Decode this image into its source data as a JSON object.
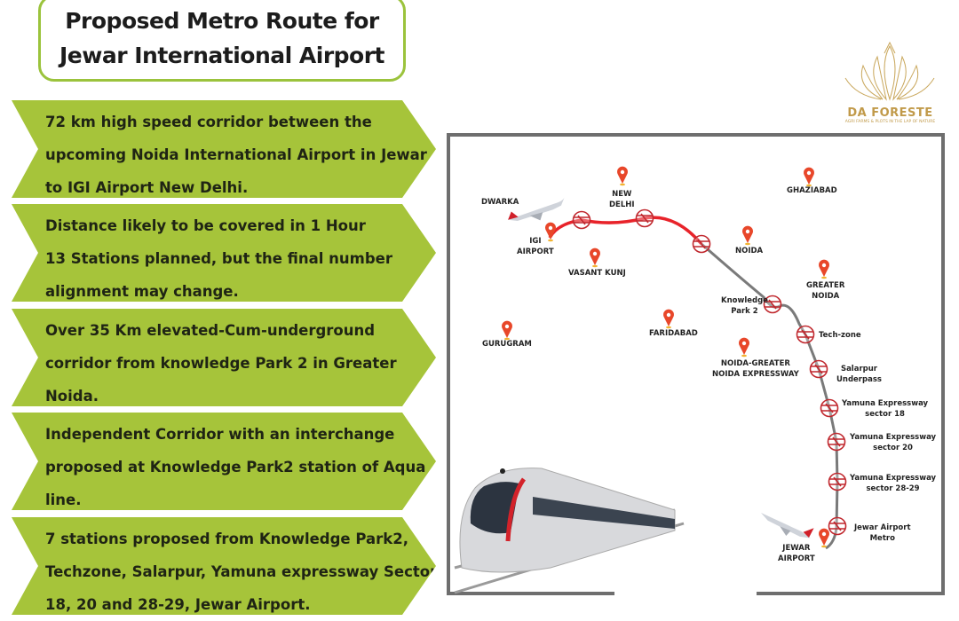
{
  "title": {
    "line1": "Proposed Metro Route for",
    "line2": "Jewar International Airport"
  },
  "points": [
    {
      "lines": [
        "72 km high speed corridor between the",
        "upcoming Noida International Airport in Jewar",
        "to IGI Airport New Delhi."
      ]
    },
    {
      "lines": [
        "Distance likely to be covered in 1 Hour",
        "13 Stations planned, but the final number",
        "alignment may change."
      ]
    },
    {
      "lines": [
        "Over 35 Km elevated-Cum-underground",
        "corridor from knowledge Park 2 in Greater",
        "Noida."
      ]
    },
    {
      "lines": [
        "Independent Corridor with an interchange",
        "proposed at Knowledge Park2 station of Aqua",
        "line."
      ]
    },
    {
      "lines": [
        "7 stations proposed from Knowledge Park2,",
        "Techzone, Salarpur, Yamuna expressway Sector",
        "18, 20 and 28-29, Jewar Airport."
      ]
    }
  ],
  "logo": {
    "brand": "DA FORESTE",
    "tagline": "AGRI FARMS & PLOTS IN THE LAP OF NATURE"
  },
  "map": {
    "places": {
      "dwarka": "DWARKA",
      "new_delhi": [
        "NEW",
        "DELHI"
      ],
      "ghaziabad": "GHAZIABAD",
      "igi": [
        "IGI",
        "AIRPORT"
      ],
      "vasant_kunj": "VASANT KUNJ",
      "noida": "NOIDA",
      "greater_noida": [
        "GREATER",
        "NOIDA"
      ],
      "faridabad": "FARIDABAD",
      "gurugram": "GURUGRAM",
      "expressway": [
        "NOIDA-GREATER",
        "NOIDA EXPRESSWAY"
      ],
      "jewar": [
        "JEWAR",
        "AIRPORT"
      ]
    },
    "stations": {
      "kp2": [
        "Knowledge",
        "Park 2"
      ],
      "techzone": "Tech-zone",
      "salarpur": [
        "Salarpur",
        "Underpass"
      ],
      "y18": [
        "Yamuna Expressway",
        "sector 18"
      ],
      "y20": [
        "Yamuna Expressway",
        "sector 20"
      ],
      "y2829": [
        "Yamuna Expressway",
        "sector 28-29"
      ],
      "jewar_metro": [
        "Jewar Airport",
        "Metro"
      ]
    },
    "colors": {
      "red_line": "#e8232a",
      "gray_line": "#7a7a7a",
      "pin": "#e8472a",
      "station": "#c0272d",
      "green": "#a6c43a",
      "gold": "#c19a4a"
    }
  }
}
